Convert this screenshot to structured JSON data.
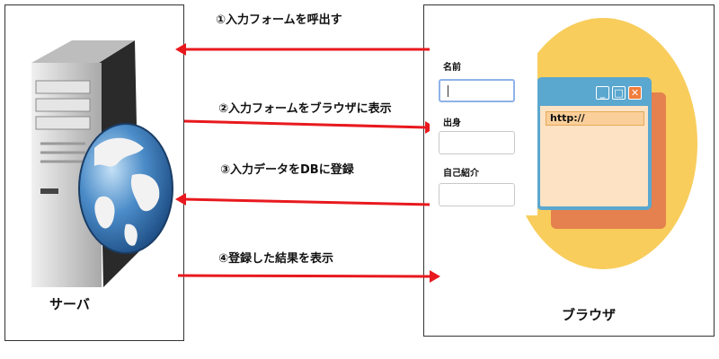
{
  "server": {
    "caption": "サーバ"
  },
  "browser": {
    "caption": "ブラウザ",
    "window": {
      "url": "http://",
      "minimize_icon": "minimize-icon",
      "maximize_icon": "maximize-icon",
      "close_icon": "close-icon"
    }
  },
  "form": {
    "fields": [
      {
        "label": "名前",
        "value": ""
      },
      {
        "label": "出身",
        "value": ""
      },
      {
        "label": "自己紹介",
        "value": ""
      }
    ]
  },
  "steps": [
    {
      "label": "①入力フォームを呼出す",
      "direction": "to-server"
    },
    {
      "label": "②入力フォームをブラウザに表示",
      "direction": "to-browser"
    },
    {
      "label": "③入力データをDBに登録",
      "direction": "to-server"
    },
    {
      "label": "④登録した結果を表示",
      "direction": "to-browser"
    }
  ],
  "colors": {
    "arrow": "#e8191e",
    "globe_sphere": "#3f83c4",
    "window_frame": "#5aa7cf",
    "window_body": "#fde2c3",
    "url_bar": "#fbcf99",
    "browser_circle": "#f8cd5c",
    "close_button": "#f07d3c"
  }
}
